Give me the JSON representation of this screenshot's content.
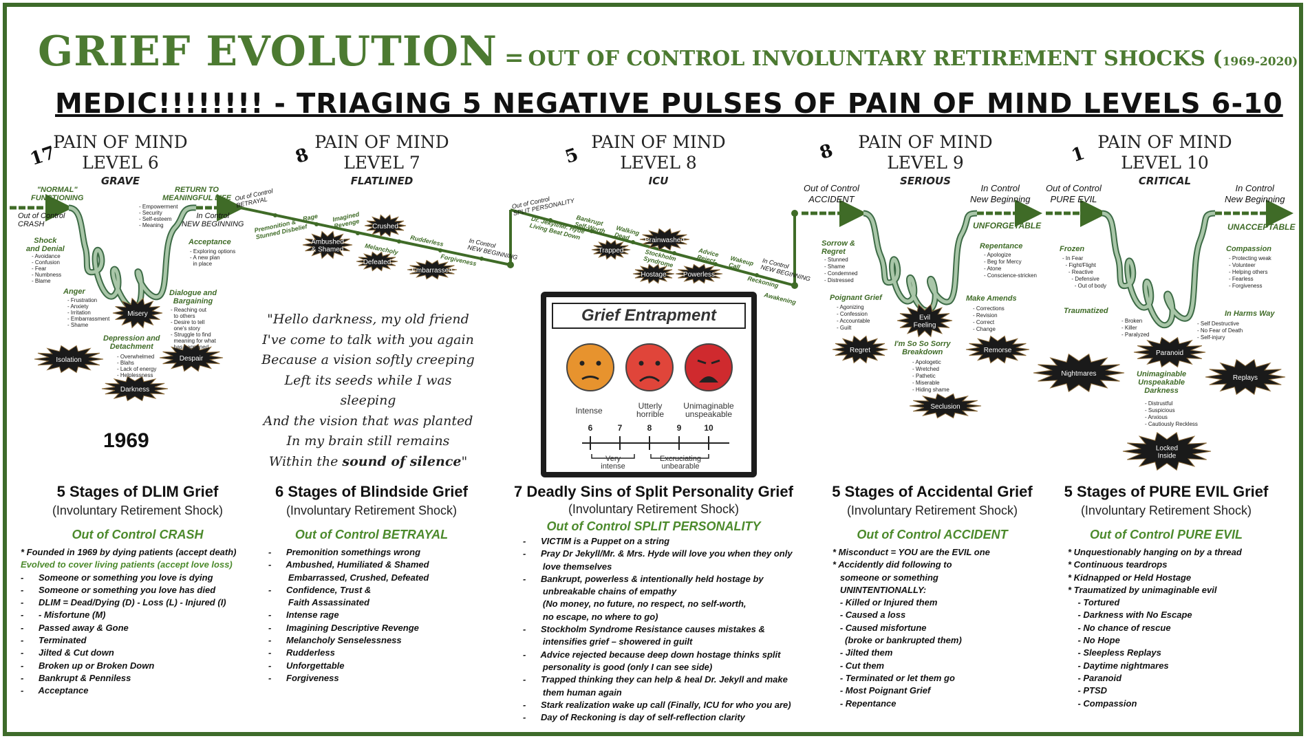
{
  "title": {
    "main": "GRIEF EVOLUTION",
    "eq": "=",
    "rest": "OUT OF CONTROL INVOLUNTARY RETIREMENT SHOCKS (",
    "years": "1969-2020)"
  },
  "subtitle": "MEDIC!!!!!!!! - TRIAGING 5 NEGATIVE PULSES OF PAIN OF MIND LEVELS 6-10",
  "levels": [
    {
      "count": "17",
      "line1": "PAIN OF MIND",
      "line2": "LEVEL 6",
      "severity": "GRAVE"
    },
    {
      "count": "8",
      "line1": "PAIN OF MIND",
      "line2": "LEVEL 7",
      "severity": "FLATLINED"
    },
    {
      "count": "5",
      "line1": "PAIN OF MIND",
      "line2": "LEVEL 8",
      "severity": "ICU"
    },
    {
      "count": "8",
      "line1": "PAIN OF MIND",
      "line2": "LEVEL 9",
      "severity": "SERIOUS"
    },
    {
      "count": "1",
      "line1": "PAIN OF MIND",
      "line2": "LEVEL 10",
      "severity": "CRITICAL"
    }
  ],
  "diagram": {
    "d1": {
      "normal": "\"NORMAL\"\nFUNCTIONING",
      "out_control": "Out of Control\nCRASH",
      "shock": "Shock\nand Denial",
      "shock_items": "- Avoidance\n- Confusion\n- Fear\n- Numbness\n- Blame",
      "anger": "Anger",
      "anger_items": "- Frustration\n- Anxiety\n- Irritation\n- Embarrassment\n- Shame",
      "depression": "Depression and\nDetachment",
      "depression_items": "- Overwhelmed\n- Blahs\n- Lack of energy\n- Helplessness",
      "dialogue": "Dialogue and\nBargaining",
      "dialogue_items": "- Reaching out\n  to others\n- Desire to tell\n  one's story\n- Struggle to find\n  meaning for what\n  has happened",
      "acceptance": "Acceptance",
      "acceptance_items": "- Exploring options\n- A new plan\n  in place",
      "return": "RETURN TO\nMEANINGFUL LIFE",
      "return_items": "- Empowerment\n- Security\n- Self-esteem\n- Meaning",
      "in_control": "In Control\nNEW BEGINNING",
      "bursts": [
        "Misery",
        "Isolation",
        "Despair",
        "Darkness"
      ]
    },
    "d2": {
      "out_control": "Out of Control\nBETRAYAL",
      "labels": [
        "Premonition &\nStunned Disbelief",
        "Rage",
        "Imagined\nRevenge",
        "Melancholy",
        "Rudderless",
        "Forgiveness"
      ],
      "in_control": "In Control\nNEW BEGINNING",
      "bursts": [
        "Ambushed\n& Shamed",
        "Crushed",
        "Defeated",
        "Embarrassed"
      ]
    },
    "d3": {
      "out_control": "Out of Control\nSPLIT PERSONALITY",
      "labels": [
        "Dr. Jekyll/Mr. Hyde\nLiving Beat Down",
        "Bankrupt\nSelf-Worth",
        "Walking\nDead",
        "Stockholm\nSyndrome",
        "Advice\nReject",
        "Wakeup\nCall",
        "Reckoning",
        "Awakening"
      ],
      "in_control": "In Control\nNEW BEGINNING",
      "bursts": [
        "Trapped",
        "Brainwashed",
        "Hostage",
        "Powerless"
      ]
    },
    "d4": {
      "out_control": "Out of Control\nACCIDENT",
      "sorrow": "Sorrow &\nRegret",
      "sorrow_items": "- Stunned\n- Shame\n- Condemned\n- Distressed",
      "poignant": "Poignant Grief",
      "poignant_items": "- Agonizing\n- Confession\n- Accountable\n- Guilt",
      "sorry": "I'm So So Sorry\nBreakdown",
      "sorry_items": "- Apologetic\n- Wretched\n- Pathetic\n- Miserable\n- Hiding shame",
      "amends": "Make Amends",
      "amends_items": "- Corrections\n- Revision\n- Correct\n- Change",
      "repentance": "Repentance",
      "repentance_items": "- Apologize\n- Beg for Mercy\n- Atone\n- Conscience-stricken",
      "in_control": "In Control\nNew Beginning",
      "unforgettable": "UNFORGETABLE",
      "bursts": [
        "Evil\nFeeling",
        "Regret",
        "Remorse",
        "Seclusion"
      ]
    },
    "d5": {
      "out_control": "Out of Control\nPURE EVIL",
      "frozen": "Frozen",
      "frozen_items": "- In Fear\n  - Fight/Flight\n    - Reactive\n      - Defensive\n        - Out of body",
      "traumatized": "Traumatized",
      "traumatized_items": "- Broken\n- Killer\n- Paralyzed",
      "unimaginable": "Unimaginable\nUnspeakable\nDarkness",
      "unimaginable_items": "- Distrustful\n- Suspicious\n- Anxious\n- Cautiously Reckless",
      "compassion": "Compassion",
      "compassion_items": "- Protecting weak\n- Volunteer\n- Helping others\n- Fearless\n- Forgiveness",
      "harms": "In Harms Way",
      "harms_items": "- Self Destructive\n- No Fear of Death\n- Self-injury",
      "in_control": "In Control\nNew Beginning",
      "unacceptable": "UNACCEPTABLE",
      "bursts": [
        "Paranoid",
        "Nightmares",
        "Replays",
        "Locked\nInside"
      ]
    }
  },
  "quote": {
    "lines": [
      "\"Hello darkness, my old friend",
      "I've come to talk with you again",
      "Because a vision softly creeping",
      "Left its seeds while I was sleeping",
      "And the vision that was planted",
      "In my brain still remains"
    ],
    "last_prefix": "Within the ",
    "last_bold": "sound of silence",
    "last_suffix": "\""
  },
  "year": "1969",
  "entrapment": {
    "title": "Grief Entrapment",
    "faces": [
      {
        "label": "Intense",
        "color": "#e7932e"
      },
      {
        "label": "Utterly\nhorrible",
        "color": "#e0453a"
      },
      {
        "label": "Unimaginable\nunspeakable",
        "color": "#cf2a2e"
      }
    ],
    "scale": [
      "6",
      "7",
      "8",
      "9",
      "10"
    ],
    "bracket_left": "Very\nintense",
    "bracket_right": "Excruciating\nunbearable"
  },
  "columns": [
    {
      "title": "5 Stages of DLIM Grief",
      "sub": "(Involuntary Retirement Shock)",
      "head": "Out of Control CRASH",
      "items": [
        {
          "t": "* Founded in 1969 by dying patients (accept death)"
        },
        {
          "t": "Evolved to cover living patients (accept love loss)",
          "g": true
        },
        {
          "t": "-      Someone or something you love is dying"
        },
        {
          "t": "-      Someone or something you love has died"
        },
        {
          "t": "-      DLIM = Dead/Dying (D) - Loss (L) - Injured (I)"
        },
        {
          "t": "-      - Misfortune (M)"
        },
        {
          "t": "-      Passed away & Gone"
        },
        {
          "t": "-      Terminated"
        },
        {
          "t": "-      Jilted & Cut down"
        },
        {
          "t": "-      Broken up or Broken Down"
        },
        {
          "t": "-      Bankrupt & Penniless"
        },
        {
          "t": "-      Acceptance"
        }
      ]
    },
    {
      "title": "6 Stages of Blindside Grief",
      "sub": "(Involuntary Retirement Shock)",
      "head": "Out of Control BETRAYAL",
      "items": [
        {
          "t": "-      Premonition somethings wrong"
        },
        {
          "t": "-      Ambushed, Humiliated & Shamed"
        },
        {
          "t": "        Embarrassed, Crushed, Defeated"
        },
        {
          "t": "-      Confidence, Trust &"
        },
        {
          "t": "        Faith Assassinated"
        },
        {
          "t": "-      Intense rage"
        },
        {
          "t": "-      Imagining Descriptive Revenge"
        },
        {
          "t": "-      Melancholy Senselessness"
        },
        {
          "t": "-      Rudderless"
        },
        {
          "t": "-      Unforgettable"
        },
        {
          "t": "-      Forgiveness"
        }
      ]
    },
    {
      "title": "7 Deadly Sins of Split Personality Grief",
      "sub": "(Involuntary Retirement Shock)",
      "head": "Out of Control SPLIT PERSONALITY",
      "items": [
        {
          "t": "-      VICTIM is a Puppet on a string"
        },
        {
          "t": "-      Pray Dr Jekyll/Mr. & Mrs. Hyde will love you when they only"
        },
        {
          "t": "        love themselves"
        },
        {
          "t": "-      Bankrupt, powerless & intentionally held hostage by"
        },
        {
          "t": "        unbreakable chains of empathy"
        },
        {
          "t": "        (No money, no future, no respect, no self-worth,"
        },
        {
          "t": "        no escape, no where to go)"
        },
        {
          "t": "-      Stockholm Syndrome Resistance causes mistakes &"
        },
        {
          "t": "        intensifies grief – showered in guilt"
        },
        {
          "t": "-      Advice rejected because deep down hostage thinks split"
        },
        {
          "t": "        personality is good (only I can see side)"
        },
        {
          "t": "-      Trapped thinking they can help & heal Dr. Jekyll and make"
        },
        {
          "t": "        them human again"
        },
        {
          "t": "-      Stark realization wake up call (Finally, ICU for who you are)"
        },
        {
          "t": "-      Day of Reckoning is day of self-reflection clarity"
        }
      ]
    },
    {
      "title": "5 Stages of Accidental Grief",
      "sub": "(Involuntary Retirement Shock)",
      "head": "Out of Control ACCIDENT",
      "items": [
        {
          "t": "* Misconduct = YOU are the EVIL one"
        },
        {
          "t": "* Accidently did following to"
        },
        {
          "t": "   someone or something"
        },
        {
          "t": "   UNINTENTIONALLY:"
        },
        {
          "t": "   - Killed or Injured them"
        },
        {
          "t": "   - Caused a loss"
        },
        {
          "t": "   - Caused misfortune"
        },
        {
          "t": "     (broke or bankrupted them)"
        },
        {
          "t": "   - Jilted them"
        },
        {
          "t": "   - Cut them"
        },
        {
          "t": "   - Terminated or let them go"
        },
        {
          "t": "   - Most Poignant Grief"
        },
        {
          "t": "   - Repentance"
        }
      ]
    },
    {
      "title": "5 Stages of PURE EVIL Grief",
      "sub": "(Involuntary Retirement Shock)",
      "head": "Out of Control PURE EVIL",
      "items": [
        {
          "t": "* Unquestionably hanging on by a thread"
        },
        {
          "t": "* Continuous teardrops"
        },
        {
          "t": "* Kidnapped or Held Hostage"
        },
        {
          "t": "* Traumatized by unimaginable evil"
        },
        {
          "t": "    - Tortured"
        },
        {
          "t": "    - Darkness with No Escape"
        },
        {
          "t": "    - No chance of rescue"
        },
        {
          "t": "    - No Hope"
        },
        {
          "t": "    - Sleepless Replays"
        },
        {
          "t": "    - Daytime nightmares"
        },
        {
          "t": "    - Paranoid"
        },
        {
          "t": "    - PTSD"
        },
        {
          "t": "    - Compassion"
        }
      ]
    }
  ],
  "colors": {
    "green": "#4c7a31",
    "accent_green": "#4c8a2c",
    "frame": "#3e6b2a",
    "curve_fill": "#9dbb9c",
    "curve_stroke": "#3d6b46"
  }
}
